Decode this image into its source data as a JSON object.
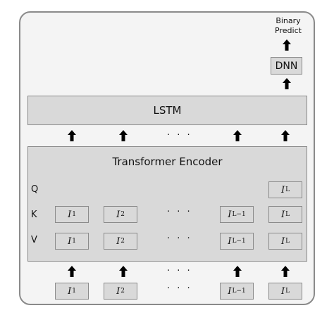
{
  "output": {
    "line1": "Binary",
    "line2": "Predict"
  },
  "dnn": {
    "label": "DNN"
  },
  "lstm": {
    "label": "LSTM"
  },
  "encoder": {
    "title": "Transformer Encoder",
    "q_label": "Q",
    "k_label": "K",
    "v_label": "V"
  },
  "tokens": {
    "first": {
      "var": "I",
      "sub": "1"
    },
    "second": {
      "var": "I",
      "sub": "2"
    },
    "penultimate": {
      "var": "I",
      "sub": "L−1"
    },
    "last": {
      "var": "I",
      "sub": "L"
    }
  },
  "ellipsis": "· · ·",
  "icons": {
    "arrow": "up-arrow-icon"
  }
}
